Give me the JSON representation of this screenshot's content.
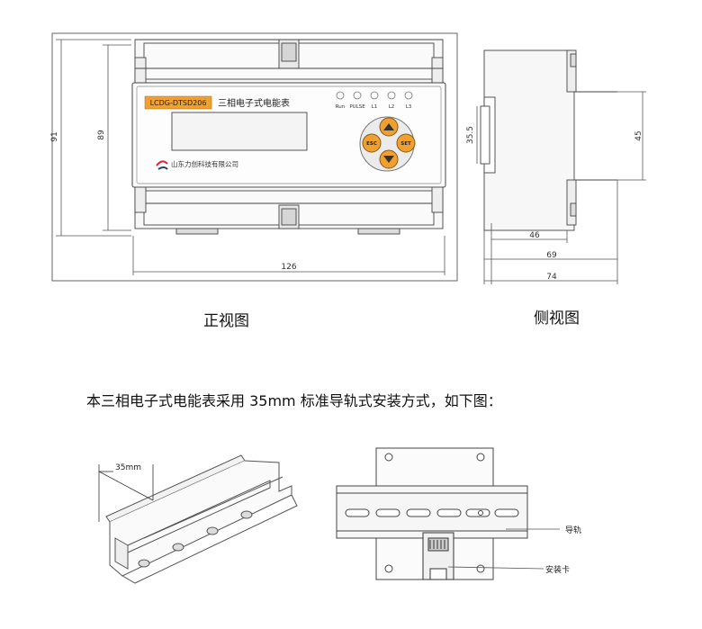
{
  "front_view": {
    "caption": "正视图",
    "dimensions": {
      "height_outer": "91",
      "height_inner": "89",
      "width": "126"
    },
    "model_label": "LCDG-DTSD206",
    "product_title": "三相电子式电能表",
    "company": "山东力创科技有限公司",
    "leds": [
      "Run",
      "PULSE",
      "L1",
      "L2",
      "L3"
    ],
    "buttons": {
      "esc": "ESC",
      "set": "SET"
    },
    "colors": {
      "model_label_bg": "#f0a030",
      "button_fill": "#f0a030"
    }
  },
  "side_view": {
    "caption": "侧视图",
    "dimensions": {
      "rail": "35.5",
      "height": "45",
      "depth_46": "46",
      "depth_69": "69",
      "depth_74": "74"
    }
  },
  "intro_text": "本三相电子式电能表采用 35mm 标准导轨式安装方式，如下图：",
  "rail_drawing": {
    "label": "35mm"
  },
  "mount_drawing": {
    "rail_label": "导轨",
    "clip_label": "安装卡"
  }
}
